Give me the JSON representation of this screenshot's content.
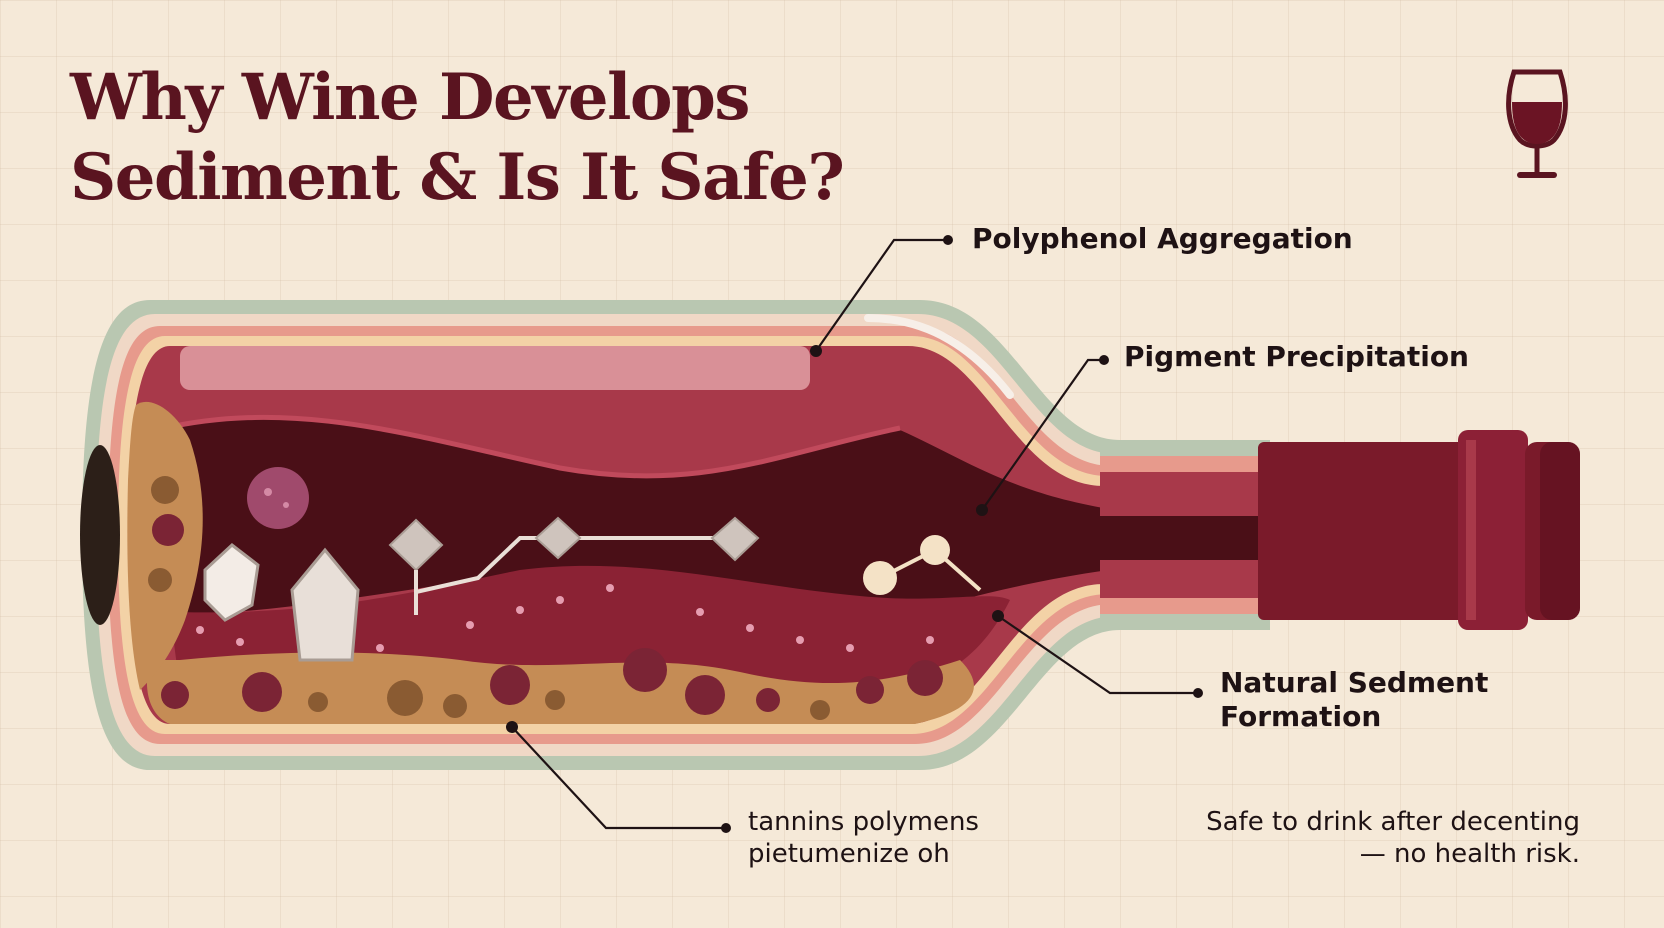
{
  "title": {
    "line1": "Why Wine Develops",
    "line2": "Sediment & Is It Safe?"
  },
  "icons": {
    "corner": "wine-glass-icon"
  },
  "colors": {
    "background": "#f5e9d8",
    "title": "#5a1420",
    "wine_dark": "#4a0f17",
    "wine_mid": "#a8394a",
    "sediment": "#c58c55",
    "glass_outline": "#b7c3ad"
  },
  "labels": {
    "polyphenol": "Polyphenol Aggregation",
    "pigment": "Pigment Precipitation",
    "natural_line1": "Natural Sedment",
    "natural_line2": "Formation",
    "tannins_line1": "tannins polymens",
    "tannins_line2": "pietumenize oh",
    "safe_line1": "Safe to drink after decenting",
    "safe_line2": "— no health risk."
  }
}
